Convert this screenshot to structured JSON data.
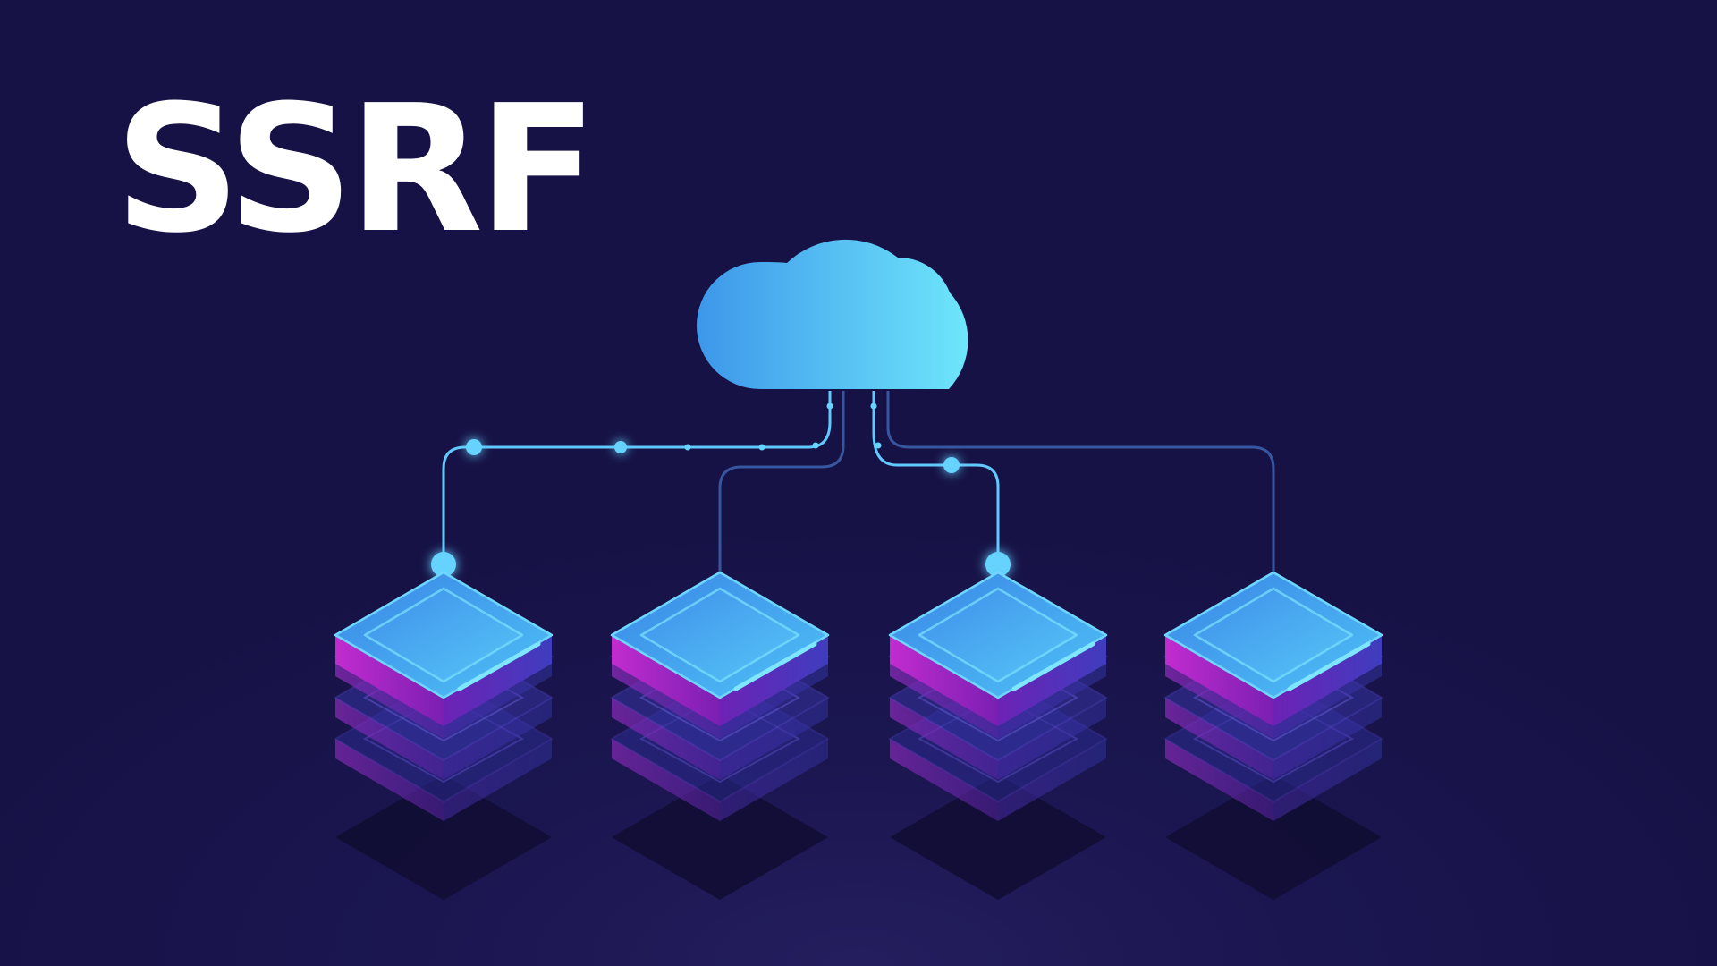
{
  "title": "SSRF",
  "colors": {
    "background": "#161245",
    "title_text": "#ffffff",
    "cloud_gradient_start": "#3d97ea",
    "cloud_gradient_end": "#6ee6fb",
    "server_top": "#3a8ee8",
    "server_side": "#7a1fb2",
    "server_side_accent": "#c22ccf",
    "active_line": "#62c9ff",
    "inactive_line": "#3c5ea8"
  },
  "icons": {
    "cloud": "cloud-icon",
    "server": "server-stack-icon"
  },
  "diagram": {
    "hub": "cloud",
    "nodes": [
      {
        "id": "server-1",
        "link": "active"
      },
      {
        "id": "server-2",
        "link": "inactive"
      },
      {
        "id": "server-3",
        "link": "active"
      },
      {
        "id": "server-4",
        "link": "inactive"
      }
    ]
  }
}
